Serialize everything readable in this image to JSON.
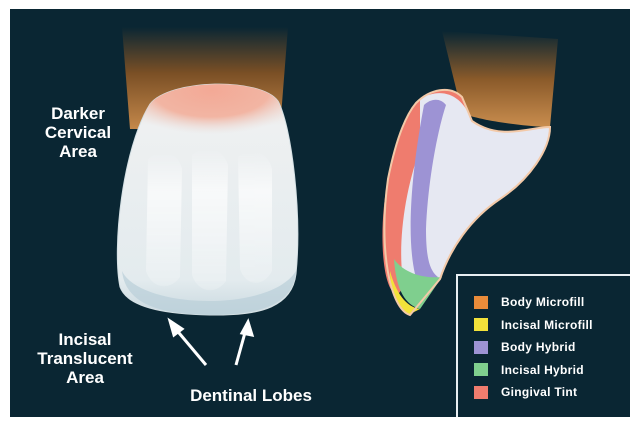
{
  "labels": {
    "cervical": "Darker\nCervical\nArea",
    "incisal": "Incisal\nTranslucent\nArea",
    "lobes": "Dentinal Lobes"
  },
  "colors": {
    "background": "#0a2633",
    "tooth_enamel": "#e6ecef",
    "root": "#b27a3f",
    "cervical_tint": "#f0a08c",
    "arrow": "#ffffff"
  },
  "legend": {
    "items": [
      {
        "label": "Body Microfill",
        "color": "#e98b3a"
      },
      {
        "label": "Incisal Microfill",
        "color": "#f3e23a"
      },
      {
        "label": "Body Hybrid",
        "color": "#9d93d4"
      },
      {
        "label": "Incisal Hybrid",
        "color": "#7fcf8e"
      },
      {
        "label": "Gingival Tint",
        "color": "#ef7c6e"
      }
    ]
  }
}
